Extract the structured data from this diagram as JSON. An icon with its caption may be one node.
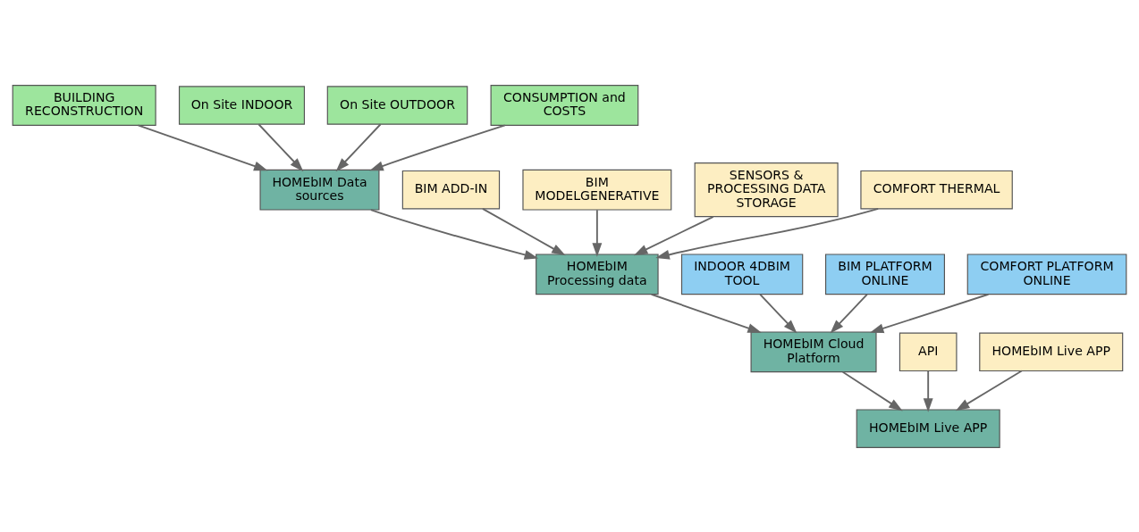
{
  "diagram": {
    "nodes": [
      {
        "text": [
          "BUILDING RECONSTRUCTION"
        ]
      },
      {
        "text": [
          "On Site INDOOR"
        ]
      },
      {
        "text": [
          "On Site OUTDOOR"
        ]
      },
      {
        "text": [
          "CONSUMPTION and COSTS"
        ]
      },
      {
        "text": [
          "BIM ADD-IN"
        ]
      },
      {
        "text": [
          "BIM MODELGENERATIVE"
        ]
      },
      {
        "text": [
          "SENSORS & PROCESSING DATA STORAGE"
        ]
      },
      {
        "text": [
          "COMFORT THERMAL"
        ]
      },
      {
        "text": [
          "HOMEbIM Data sources"
        ]
      },
      {
        "text": [
          "INDOOR 4DBIM TOOL"
        ]
      },
      {
        "text": [
          "BIM PLATFORM ONLINE"
        ]
      },
      {
        "text": [
          "COMFORT PLATFORM ONLINE"
        ]
      },
      {
        "text": [
          "HOMEbIM Processing data"
        ]
      },
      {
        "text": [
          "API"
        ]
      },
      {
        "text": [
          "HOMEbIM Live APP"
        ]
      },
      {
        "text": [
          "HOMEbIM Cloud Platform"
        ]
      },
      {
        "text": [
          "HOMEbIM Live APP"
        ]
      }
    ],
    "edges": [
      {
        "from": 0,
        "to": 8,
        "arrow": "to"
      },
      {
        "from": 1,
        "to": 8,
        "arrow": "to"
      },
      {
        "from": 2,
        "to": 8,
        "arrow": "to"
      },
      {
        "from": 3,
        "to": 8,
        "arrow": "to"
      },
      {
        "from": 4,
        "to": 12,
        "arrow": "to"
      },
      {
        "from": 5,
        "to": 12,
        "arrow": "to"
      },
      {
        "from": 6,
        "to": 12,
        "arrow": "to"
      },
      {
        "from": 7,
        "to": 12,
        "arrow": "to"
      },
      {
        "from": 8,
        "to": 12,
        "arrow": "to"
      },
      {
        "from": 9,
        "to": 15,
        "arrow": "to"
      },
      {
        "from": 10,
        "to": 15,
        "arrow": "to"
      },
      {
        "from": 11,
        "to": 15,
        "arrow": "to"
      },
      {
        "from": 12,
        "to": 15,
        "arrow": "to"
      },
      {
        "from": 13,
        "to": 16,
        "arrow": "to"
      },
      {
        "from": 14,
        "to": 16,
        "arrow": "to"
      },
      {
        "from": 15,
        "to": 16,
        "arrow": "to"
      }
    ]
  }
}
